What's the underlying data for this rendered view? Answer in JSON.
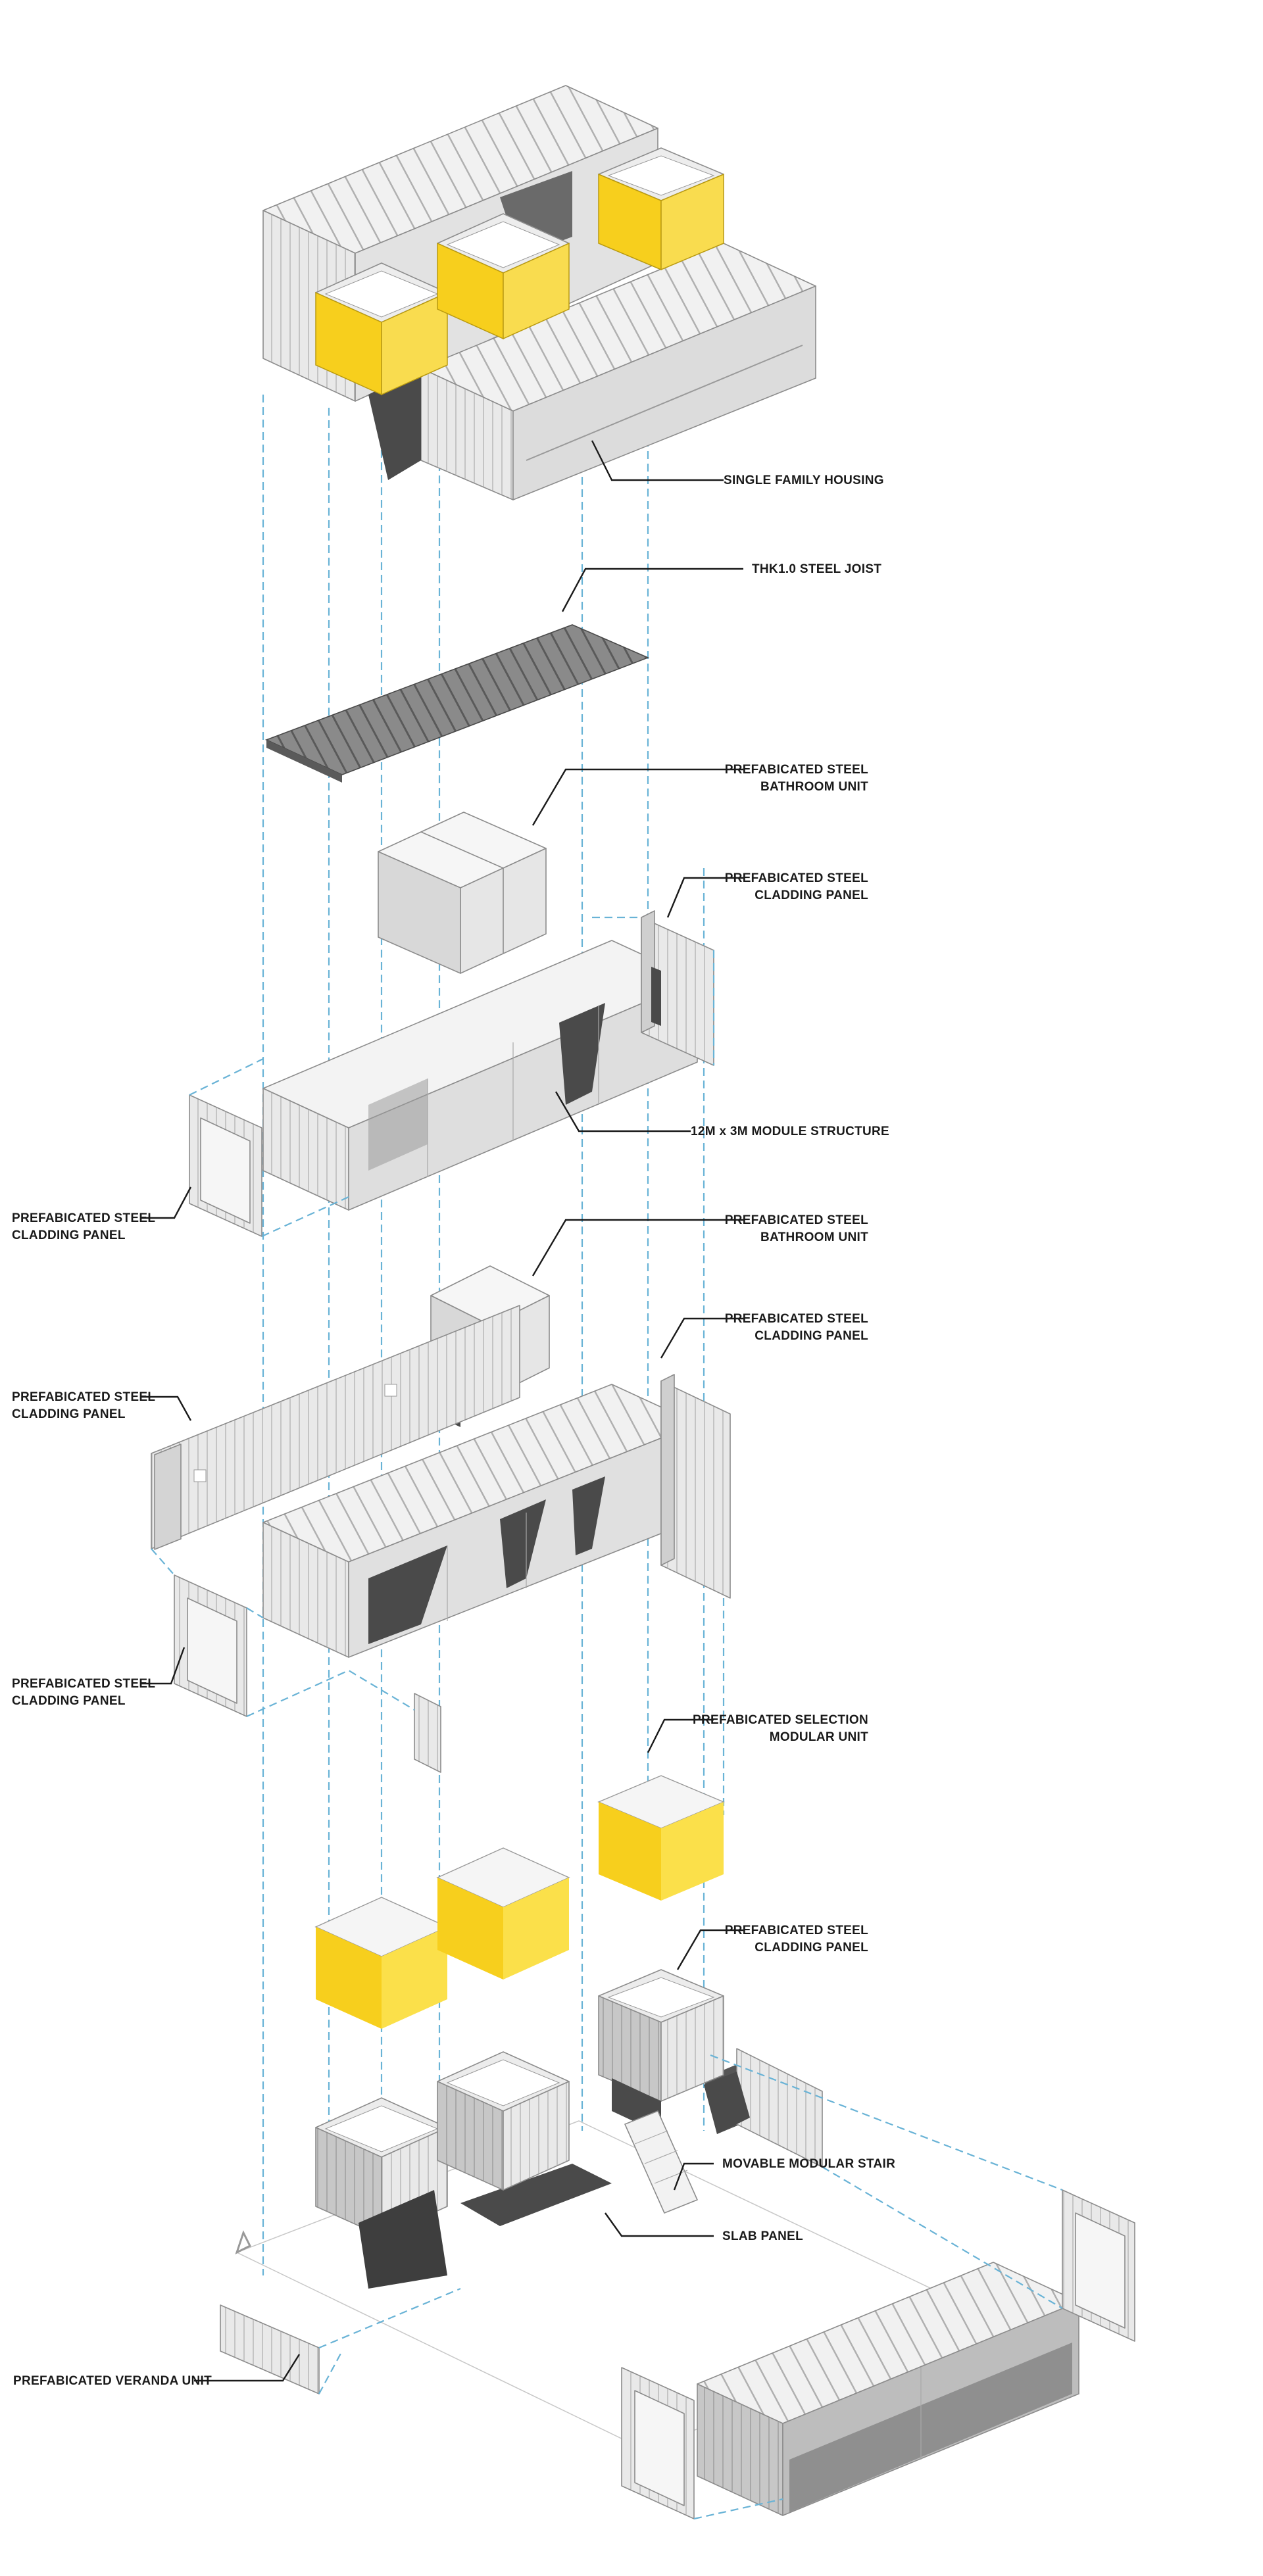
{
  "labels": {
    "single_family_housing": "SINGLE FAMILY HOUSING",
    "steel_joist": "THK1.0 STEEL JOIST",
    "bathroom_unit_1": [
      "PREFABICATED STEEL",
      "BATHROOM UNIT"
    ],
    "cladding_panel_1_right": [
      "PREFABICATED STEEL",
      "CLADDING PANEL"
    ],
    "module_structure": "12M x 3M MODULE STRUCTURE",
    "cladding_panel_1_left": [
      "PREFABICATED STEEL",
      "CLADDING PANEL"
    ],
    "bathroom_unit_2": [
      "PREFABICATED STEEL",
      "BATHROOM UNIT"
    ],
    "cladding_panel_2_right": [
      "PREFABICATED STEEL",
      "CLADDING PANEL"
    ],
    "cladding_panel_2_left_top": [
      "PREFABICATED STEEL",
      "CLADDING PANEL"
    ],
    "cladding_panel_2_left_bottom": [
      "PREFABICATED STEEL",
      "CLADDING PANEL"
    ],
    "selection_modular_unit": [
      "PREFABICATED SELECTION",
      "MODULAR UNIT"
    ],
    "cladding_panel_3_right": [
      "PREFABICATED STEEL",
      "CLADDING PANEL"
    ],
    "modular_stair": "MOVABLE MODULAR STAIR",
    "slab_panel": "SLAB PANEL",
    "veranda_unit": "PREFABICATED VERANDA UNIT"
  },
  "colors": {
    "accent_yellow": "#f7cf1d",
    "guide_blue": "#69b3d6",
    "module_grey": "#dcdcdc",
    "shadow_dark": "#4a4a4a"
  }
}
